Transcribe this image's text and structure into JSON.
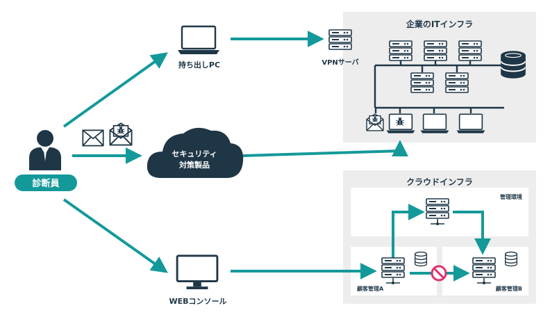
{
  "colors": {
    "teal": "#14999a",
    "dark": "#1f3646",
    "panel": "#ededed",
    "inner_panel": "#ffffff",
    "blocked": "#e0306d"
  },
  "labels": {
    "person": "診断員",
    "laptop": "持ち出しPC",
    "vpn": "VPNサーバ",
    "cloud_line1": "セキュリティ",
    "cloud_line2": "対策製品",
    "web_console": "WEBコンソール",
    "enterprise_title": "企業のITインフラ",
    "cloud_infra_title": "クラウドインフラ",
    "mgmt_env": "管理環境",
    "customer_a": "顧客管理A",
    "customer_b": "顧客管理B"
  },
  "icons": {
    "person": "person-icon",
    "mail": "mail-icon",
    "malware_mail": "malware-mail-icon",
    "laptop": "laptop-icon",
    "server": "server-icon",
    "database": "database-icon",
    "cloud": "cloud-icon",
    "monitor": "monitor-icon",
    "bug": "bug-icon",
    "blocked": "blocked-icon"
  }
}
